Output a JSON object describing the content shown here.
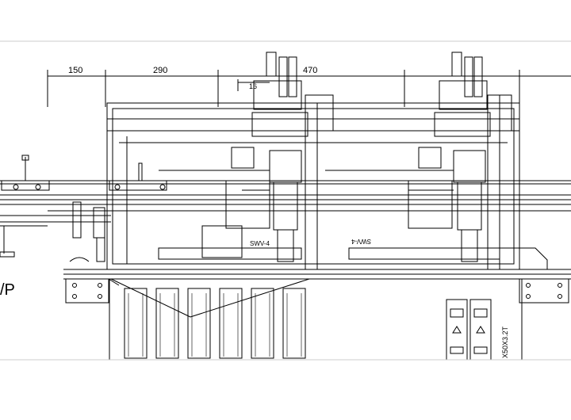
{
  "drawing": {
    "dimensions": [
      "150",
      "290",
      "470",
      "16"
    ],
    "station_labels": [
      "SWV-4",
      "SWV-4"
    ],
    "left_text": "/P",
    "right_text": "X50X3.2T"
  }
}
